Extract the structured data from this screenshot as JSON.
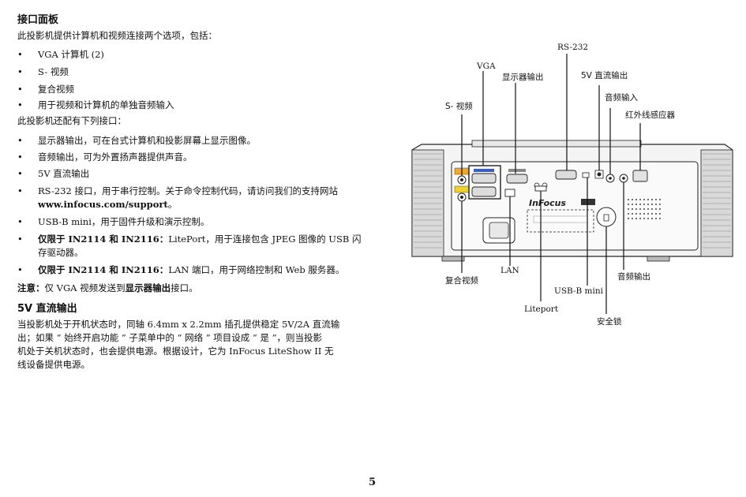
{
  "section1": {
    "title": "接口面板",
    "intro": "此投影机提供计算机和视频连接两个选项，包括：",
    "options": [
      "VGA 计算机 (2)",
      "S- 视频",
      "复合视频",
      "用于视频和计算机的单独音频输入"
    ],
    "also": "此投影机还配有下列接口：",
    "items": [
      "显示器输出，可在台式计算机和投影屏幕上显示图像。",
      "音频输出，可为外置扬声器提供声音。",
      "5V 直流输出"
    ],
    "rs232_pre": "RS-232 接口，用于串行控制。关于命令控制代码，请访问我们的支持网站 ",
    "rs232_link": "www.infocus.com/support",
    "rs232_post": "。",
    "usb": "USB-B mini，用于固件升级和演示控制。",
    "liteport_bold": "仅限于 IN2114 和 IN2116：",
    "liteport_text": "LitePort，用于连接包含 JPEG 图像的 USB 闪存驱动器。",
    "lan_bold": "仅限于 IN2114 和 IN2116：",
    "lan_text": "LAN 端口，用于网络控制和 Web 服务器。",
    "note_bold": "注意：",
    "note_mid": "仅 VGA 视频发送到",
    "note_bold2": "显示器输出",
    "note_end": "接口。"
  },
  "section2": {
    "title": "5V 直流输出",
    "body_lines": [
      "当投影机处于开机状态时，同轴 6.4mm x 2.2mm 插孔提供稳定 5V/2A 直流输",
      "出；如果 “ 始终开启功能 ” 子菜单中的 “ 网络 ” 项目设成 “ 是 ”，则当投影",
      "机处于关机状态时，也会提供电源。根据设计，它为 InFocus LiteShow II 无",
      "线设备提供电源。"
    ]
  },
  "diagram": {
    "brand": "InFocus",
    "callouts": {
      "rs232": "RS-232",
      "vga": "VGA",
      "monitor_out": "显示器输出",
      "dc5v": "5V 直流输出",
      "audio_in": "音频输入",
      "ir": "红外线感应器",
      "svideo": "S- 视频",
      "composite": "复合视频",
      "lan": "LAN",
      "usb_mini": "USB-B mini",
      "audio_out": "音频输出",
      "liteport": "Liteport",
      "lock": "安全锁"
    }
  },
  "page_number": "5"
}
